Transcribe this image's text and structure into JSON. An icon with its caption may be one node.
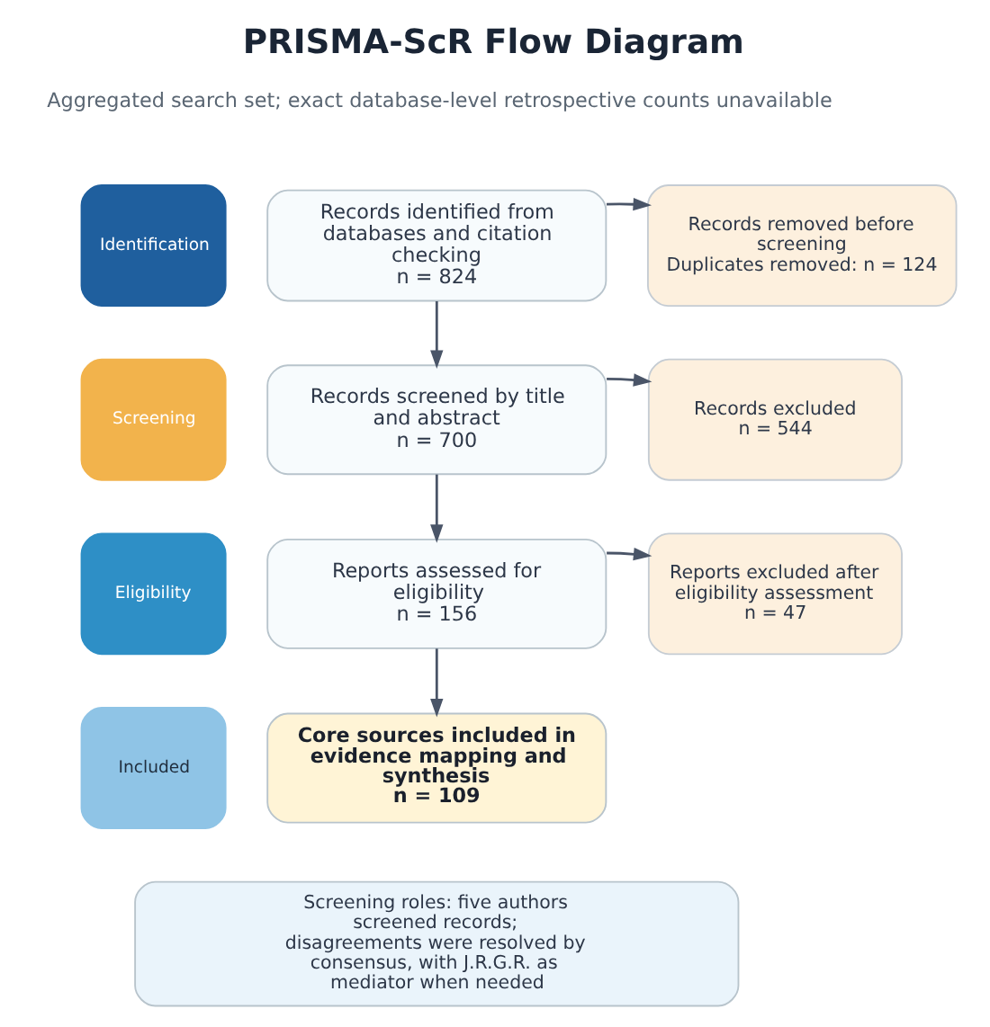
{
  "diagram": {
    "title": "PRISMA-ScR Flow Diagram",
    "nodes": [
      {
        "text": [
          "Identification"
        ]
      },
      {
        "text": [
          "Records identified from databases and citation checking",
          "n = 824"
        ]
      },
      {
        "text": [
          "Records removed before screening",
          "Duplicates removed: n = 124"
        ]
      },
      {
        "text": [
          "Screening"
        ]
      },
      {
        "text": [
          "Records screened by title and abstract",
          "n = 700"
        ]
      },
      {
        "text": [
          "Records excluded",
          "n = 544"
        ]
      },
      {
        "text": [
          "Eligibility"
        ]
      },
      {
        "text": [
          "Reports assessed for eligibility",
          "n = 156"
        ]
      },
      {
        "text": [
          "Reports excluded after eligibility assessment",
          "n = 47"
        ]
      },
      {
        "text": [
          "Included"
        ]
      },
      {
        "text": [
          "Core sources included in evidence mapping and synthesis",
          "n = 109"
        ]
      },
      {
        "text": [
          "Screening roles: five authors screened records; disagreements were resolved by consensus, with J.R.G.R. as mediator when needed"
        ]
      }
    ],
    "edges": [
      {
        "from": 1,
        "to": 2,
        "arrow": "to"
      },
      {
        "from": 1,
        "to": 4,
        "arrow": "to"
      },
      {
        "from": 4,
        "to": 5,
        "arrow": "to"
      },
      {
        "from": 4,
        "to": 7,
        "arrow": "to"
      },
      {
        "from": 7,
        "to": 8,
        "arrow": "to"
      },
      {
        "from": 7,
        "to": 10,
        "arrow": "to"
      }
    ],
    "labels": [
      "Aggregated search set; exact database-level retrospective counts unavailable"
    ]
  }
}
